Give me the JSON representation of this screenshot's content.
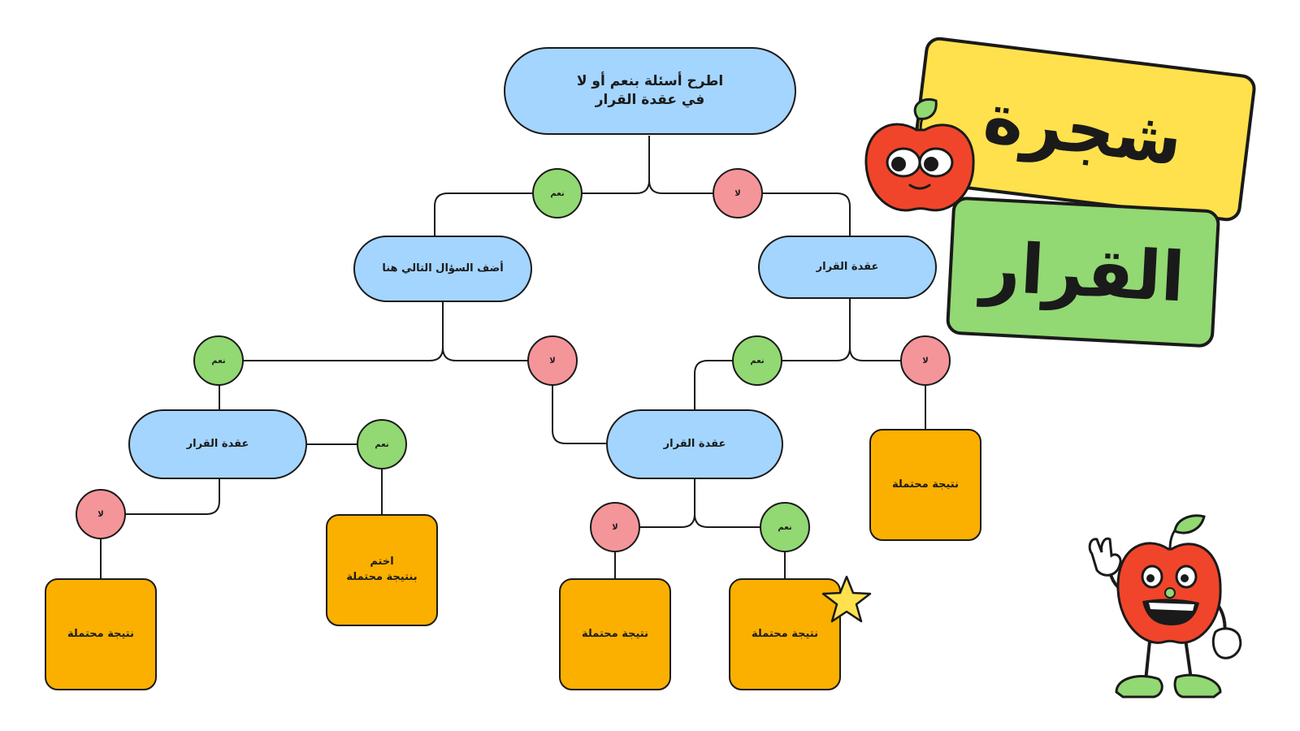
{
  "title": {
    "line1": "شجرة",
    "line2": "القرار"
  },
  "root": {
    "text": "اطرح أسئلة بنعم أو لا\nفي عقدة القرار"
  },
  "nodes": {
    "left_question": "أضف السؤال التالي هنا",
    "right_node": "عقدة القرار",
    "left_node": "عقدة القرار",
    "center_node": "عقدة القرار"
  },
  "labels": {
    "yes": "نعم",
    "no": "لا"
  },
  "outcomes": {
    "right": "نتيجة محتملة",
    "end_with": "اختم\nبنتيجة محتملة",
    "far_left": "نتيجة محتملة",
    "center_left": "نتيجة محتملة",
    "center_right": "نتيجة محتملة"
  },
  "colors": {
    "node_fill": "#a3d5ff",
    "outcome_fill": "#fbb000",
    "yes_fill": "#92d873",
    "no_fill": "#f4959a",
    "title_top_fill": "#ffe14d",
    "title_bottom_fill": "#92d873",
    "apple_red": "#f0452a"
  },
  "icons": [
    "apple-mascot-icon",
    "apple-character-icon",
    "star-icon"
  ]
}
